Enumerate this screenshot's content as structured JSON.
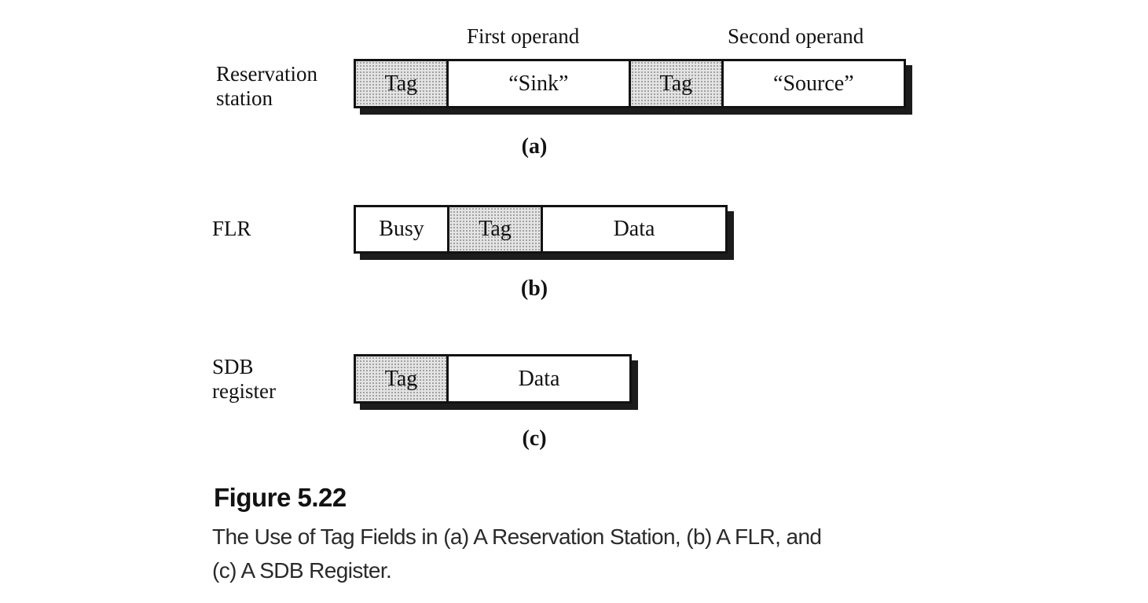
{
  "figure": {
    "operand_headers": {
      "first": "First operand",
      "second": "Second operand"
    },
    "rows": [
      {
        "name": "Reservation station",
        "label_lines": [
          "Reservation",
          "station"
        ],
        "sublabel": "(a)",
        "cells": [
          {
            "text": "Tag",
            "shaded": true
          },
          {
            "text": "“Sink”",
            "shaded": false
          },
          {
            "text": "Tag",
            "shaded": true
          },
          {
            "text": "“Source”",
            "shaded": false
          }
        ]
      },
      {
        "name": "FLR",
        "label_lines": [
          "FLR"
        ],
        "sublabel": "(b)",
        "cells": [
          {
            "text": "Busy",
            "shaded": false
          },
          {
            "text": "Tag",
            "shaded": true
          },
          {
            "text": "Data",
            "shaded": false
          }
        ]
      },
      {
        "name": "SDB register",
        "label_lines": [
          "SDB",
          "register"
        ],
        "sublabel": "(c)",
        "cells": [
          {
            "text": "Tag",
            "shaded": true
          },
          {
            "text": "Data",
            "shaded": false
          }
        ]
      }
    ],
    "caption": {
      "title": "Figure 5.22",
      "line1": "The Use of Tag Fields in (a) A Reservation Station, (b) A FLR, and",
      "line2": "(c) A SDB Register."
    },
    "colors": {
      "background": "#ffffff",
      "ink": "#121212",
      "shadow": "#1c1c1c",
      "cell_fill": "#ffffff",
      "tag_fill": "#e4e4e4",
      "tag_dot": "#909090"
    }
  }
}
